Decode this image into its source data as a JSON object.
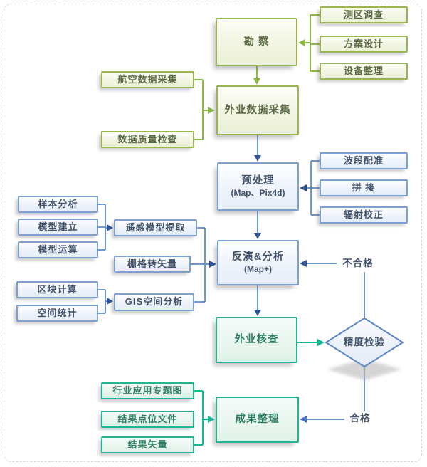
{
  "nodes": {
    "survey": {
      "label": "勘 察"
    },
    "area_survey": {
      "label": "测区调查"
    },
    "plan_design": {
      "label": "方案设计"
    },
    "equipment_prep": {
      "label": "设备整理"
    },
    "aerial_data_collection": {
      "label": "航空数据采集"
    },
    "data_quality_check": {
      "label": "数据质量检查"
    },
    "field_data_collection": {
      "label": "外业数据采集"
    },
    "preprocessing": {
      "label": "预处理",
      "sublabel": "(Map、Pix4d)"
    },
    "band_registration": {
      "label": "波段配准"
    },
    "mosaic": {
      "label": "拼 接"
    },
    "radiometric_correction": {
      "label": "辐射校正"
    },
    "sample_analysis": {
      "label": "样本分析"
    },
    "model_building": {
      "label": "模型建立"
    },
    "model_computation": {
      "label": "模型运算"
    },
    "rs_model_extraction": {
      "label": "遥感模型提取"
    },
    "raster_to_vector": {
      "label": "栅格转矢量"
    },
    "block_calculation": {
      "label": "区块计算"
    },
    "spatial_statistics": {
      "label": "空间统计"
    },
    "gis_spatial_analysis": {
      "label": "GIS空间分析"
    },
    "inversion_analysis": {
      "label": "反演&分析",
      "sublabel": "(Map+)"
    },
    "field_verification": {
      "label": "外业核查"
    },
    "accuracy_check": {
      "label": "精度检验"
    },
    "industry_thematic_map": {
      "label": "行业应用专题图"
    },
    "result_point_file": {
      "label": "结果点位文件"
    },
    "result_vector": {
      "label": "结果矢量"
    },
    "results_compilation": {
      "label": "成果整理"
    }
  },
  "edge_labels": {
    "fail": "不合格",
    "pass": "合格"
  },
  "colors": {
    "green_border": "#9bb554",
    "green_connector": "#8cb944",
    "green_text": "#5d6b45",
    "blue_border": "#7ca0d0",
    "blue_connector": "#6f99cc",
    "navy_arrowhead": "#2f5496",
    "blue_text": "#44546a",
    "teal_border": "#26b394",
    "teal_connector": "#0cbd93",
    "teal_text": "#2e7d62",
    "diamond_border": "#5b87c5"
  }
}
